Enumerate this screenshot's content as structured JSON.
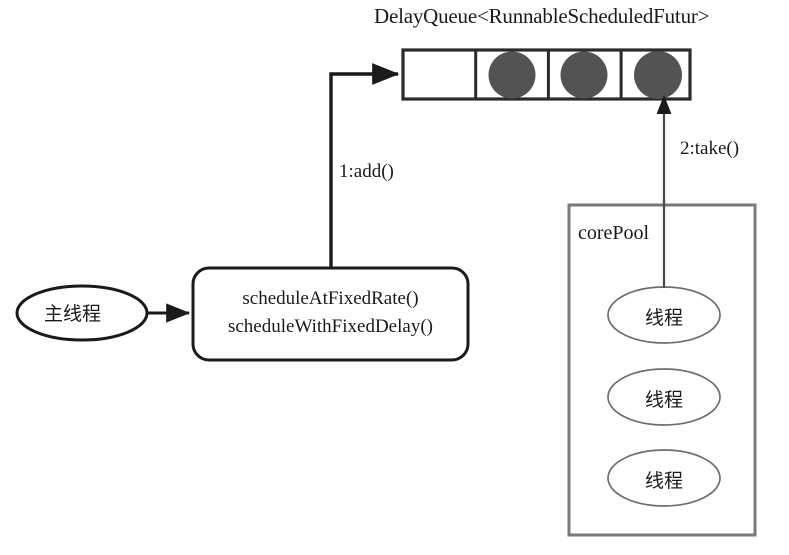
{
  "diagram": {
    "title": "DelayQueue<RunnableScheduledFutur>",
    "colors": {
      "stroke": "#1a1a1a",
      "task_fill": "#535353",
      "pool_border": "#7a7a7a",
      "ellipse_border": "#6e6e6e",
      "background": "#ffffff"
    },
    "queue": {
      "name": "DelayQueue<RunnableScheduledFutur>",
      "cells": [
        {
          "filled": false,
          "label": ""
        },
        {
          "filled": true,
          "label": ""
        },
        {
          "filled": true,
          "label": ""
        },
        {
          "filled": true,
          "label": ""
        }
      ]
    },
    "caller": {
      "label": "主线程"
    },
    "scheduler_box": {
      "methods": [
        "scheduleAtFixedRate()",
        "scheduleWithFixedDelay()"
      ]
    },
    "edges": [
      {
        "name": "main-to-scheduler",
        "label": ""
      },
      {
        "name": "scheduler-to-queue",
        "label": "1:add()"
      },
      {
        "name": "pool-to-queue",
        "label": "2:take()"
      }
    ],
    "core_pool": {
      "label": "corePool",
      "threads": [
        "线程",
        "线程",
        "线程"
      ]
    }
  }
}
